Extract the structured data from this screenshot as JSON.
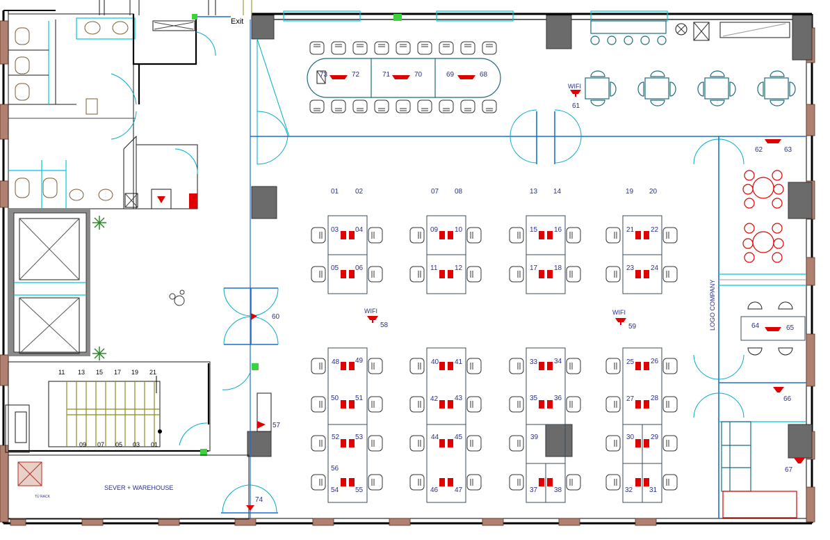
{
  "plan": {
    "exit_label": "Exit",
    "room_label": "SEVER + WAREHOUSE",
    "rack_label": "TỦ RACK",
    "logo_label": "LOGO COMPANY",
    "wifi_label": "WIFI",
    "stair_top": [
      "11",
      "13",
      "15",
      "17",
      "19",
      "21"
    ],
    "stair_bottom": [
      "09",
      "07",
      "05",
      "03",
      "01"
    ],
    "column_headers": [
      "01",
      "02",
      "07",
      "08",
      "13",
      "14",
      "19",
      "20"
    ],
    "desk_numbers": [
      "03",
      "04",
      "05",
      "06",
      "09",
      "10",
      "11",
      "12",
      "15",
      "16",
      "17",
      "18",
      "21",
      "22",
      "23",
      "24",
      "48",
      "49",
      "50",
      "51",
      "52",
      "53",
      "56",
      "54",
      "55",
      "40",
      "41",
      "42",
      "43",
      "44",
      "45",
      "46",
      "47",
      "33",
      "34",
      "35",
      "36",
      "39",
      "37",
      "38",
      "25",
      "26",
      "27",
      "28",
      "30",
      "29",
      "32",
      "31"
    ],
    "meeting_numbers": [
      "73",
      "72",
      "71",
      "70",
      "69",
      "68"
    ],
    "other_numbers": [
      "61",
      "62",
      "63",
      "60",
      "58",
      "59",
      "57",
      "64",
      "65",
      "66",
      "67",
      "74"
    ],
    "colors": {
      "wall": "#000000",
      "glass": "#00c8d8",
      "partition": "#1c6fd1",
      "outlet": "#e00000",
      "column": "#6b6b6b",
      "brick": "#b08070"
    }
  }
}
